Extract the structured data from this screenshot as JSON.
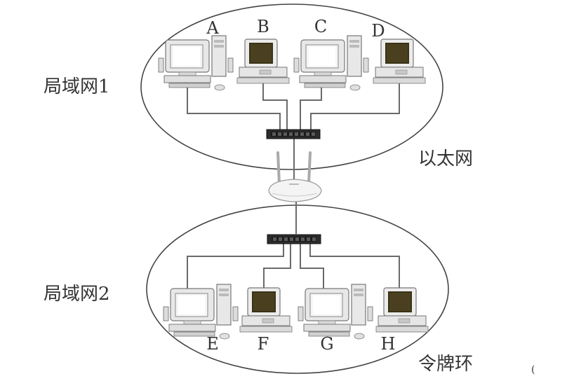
{
  "lan1": {
    "label": "局域网1",
    "computers": [
      "A",
      "B",
      "C",
      "D"
    ],
    "network_type": "以太网"
  },
  "lan2": {
    "label": "局域网2",
    "computers": [
      "E",
      "F",
      "G",
      "H"
    ],
    "network_type": "令牌环"
  },
  "corner_mark": "(",
  "icons": {
    "switch": "network-switch-icon",
    "router": "wireless-router-icon",
    "computer": "desktop-computer-icon"
  }
}
